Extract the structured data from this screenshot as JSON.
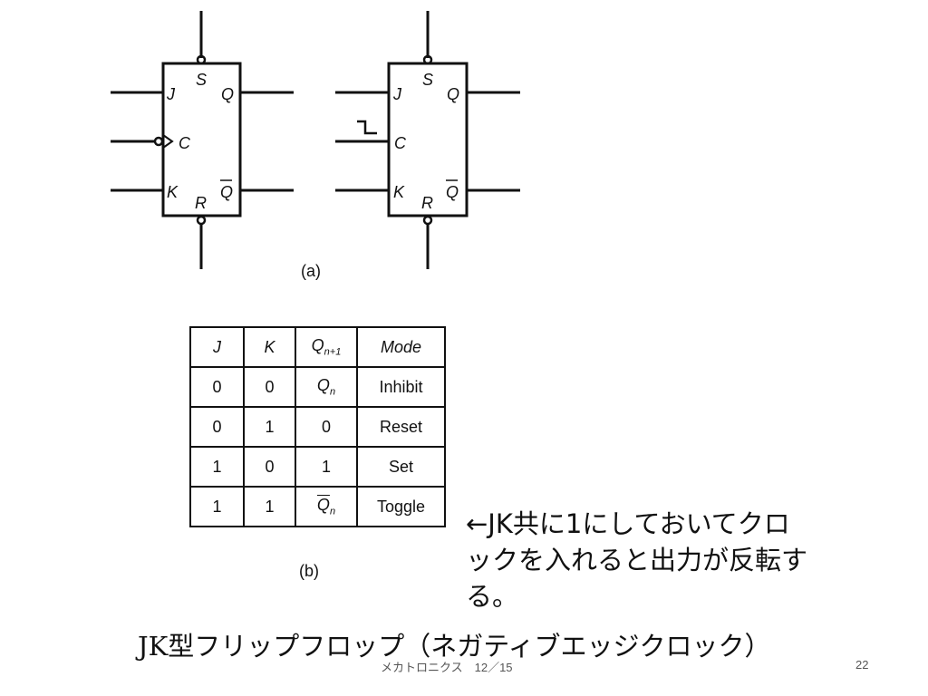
{
  "flipflops": [
    {
      "s": "S",
      "r": "R",
      "j": "J",
      "k": "K",
      "c": "C",
      "q": "Q",
      "qbar": "Q"
    },
    {
      "s": "S",
      "r": "R",
      "j": "J",
      "k": "K",
      "c": "C",
      "q": "Q",
      "qbar": "Q"
    }
  ],
  "label_a": "(a)",
  "label_b": "(b)",
  "table": {
    "headers": {
      "j": "J",
      "k": "K",
      "q": "Q",
      "q_sub": "n+1",
      "mode": "Mode"
    },
    "rows": [
      {
        "j": "0",
        "k": "0",
        "q": "Q",
        "q_sub": "n",
        "q_overline": false,
        "mode": "Inhibit"
      },
      {
        "j": "0",
        "k": "1",
        "q": "0",
        "q_sub": "",
        "q_overline": false,
        "mode": "Reset"
      },
      {
        "j": "1",
        "k": "0",
        "q": "1",
        "q_sub": "",
        "q_overline": false,
        "mode": "Set"
      },
      {
        "j": "1",
        "k": "1",
        "q": "Q",
        "q_sub": "n",
        "q_overline": true,
        "mode": "Toggle"
      }
    ]
  },
  "note": "←JK共に1にしておいてクロックを入れると出力が反転する。",
  "title": "JK型フリップフロップ（ネガティブエッジクロック）",
  "footer": "メカトロニクス　12／15",
  "page_number": "22"
}
